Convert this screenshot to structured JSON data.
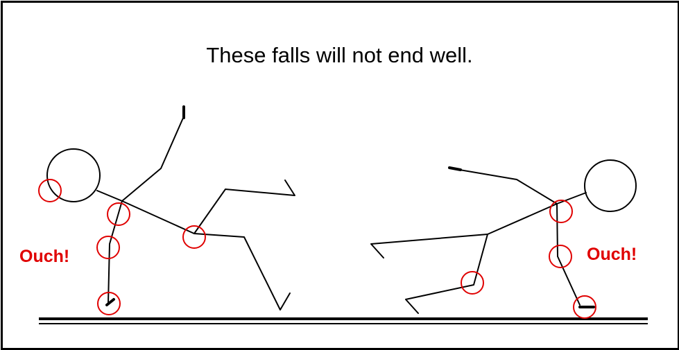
{
  "caption": "These falls will not end well.",
  "left_figure": {
    "exclamation": "Ouch!"
  },
  "right_figure": {
    "exclamation": "Ouch!"
  },
  "colors": {
    "stroke": "#000000",
    "highlight": "#e00000",
    "background": "#ffffff"
  }
}
